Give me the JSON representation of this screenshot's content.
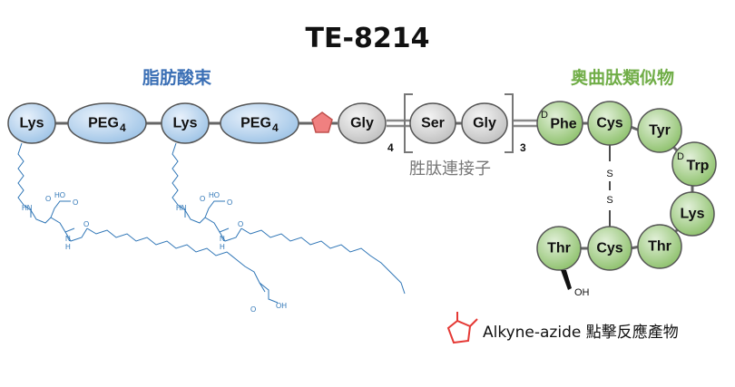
{
  "title": "TE-8214",
  "sections": {
    "fatty_acid": "脂肪酸束",
    "peptidomimetic": "奥曲肽類似物",
    "linker": "胜肽連接子"
  },
  "chain": {
    "lys1": "Lys",
    "peg1": "PEG",
    "peg1_sub": "4",
    "lys2": "Lys",
    "peg2": "PEG",
    "peg2_sub": "4",
    "gly": "Gly",
    "gly_repeat": "4",
    "ser": "Ser",
    "gly2": "Gly",
    "bracket_repeat": "3"
  },
  "octreotide": {
    "phe_sup": "D",
    "phe": "Phe",
    "cys1": "Cys",
    "tyr": "Tyr",
    "trp_sup": "D",
    "trp": "Trp",
    "lys": "Lys",
    "thr1": "Thr",
    "cys2": "Cys",
    "thr2": "Thr",
    "disulfide_s1": "S",
    "disulfide_s2": "S",
    "oh": "OH"
  },
  "chem_labels": {
    "hn": "HN",
    "oh": "OH",
    "o": "O",
    "n": "N",
    "h": "H",
    "ho": "HO"
  },
  "legend": {
    "label": "Alkyne-azide 點擊反應產物"
  },
  "colors": {
    "blue_fill": "#bdd7ee",
    "green_fill": "#a9d18e",
    "grey_fill": "#d9d9d9",
    "pentagon": "#f08080",
    "chem_blue": "#2e75b6",
    "triazole": "#e53935"
  }
}
